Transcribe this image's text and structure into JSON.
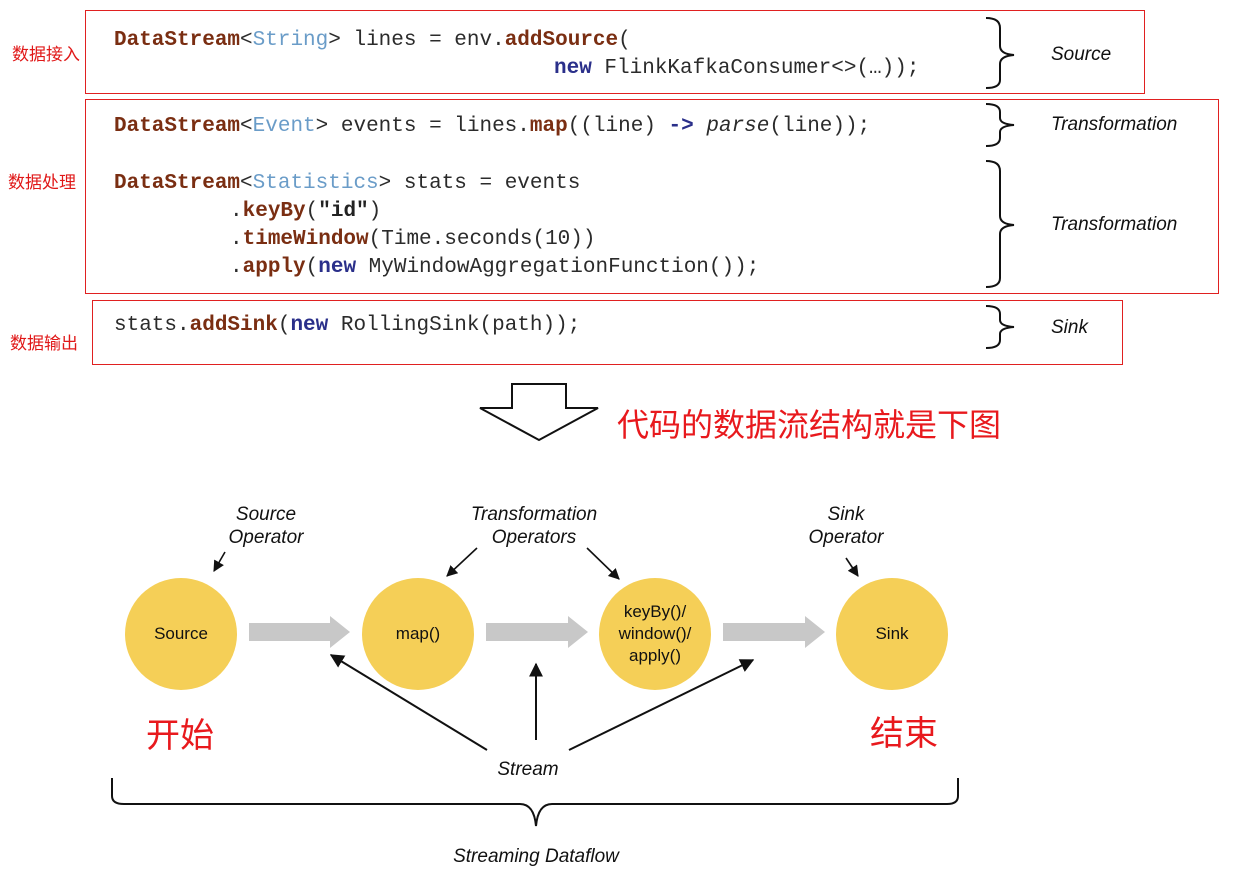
{
  "labels": {
    "ingest": "数据接入",
    "process": "数据处理",
    "output": "数据输出"
  },
  "code": {
    "l1_type": "DataStream",
    "l1_generic_open": "<",
    "l1_generic": "String",
    "l1_rest": "> lines = env.",
    "l1_method": "addSource",
    "l1_paren": "(",
    "l2_new": "new",
    "l2_rest": " FlinkKafkaConsumer<>(…));",
    "l3_type": "DataStream",
    "l3_generic_open": "<",
    "l3_generic": "Event",
    "l3_rest": "> events = lines.",
    "l3_method": "map",
    "l3_args": "((line) ",
    "l3_arrow": "->",
    "l3_parse": " parse",
    "l3_end": "(line));",
    "l4_type": "DataStream",
    "l4_generic_open": "<",
    "l4_generic": "Statistics",
    "l4_rest": "> stats = events",
    "l5_dot": ".",
    "l5_method": "keyBy",
    "l5_open": "(",
    "l5_str": "\"id\"",
    "l5_close": ")",
    "l6_dot": ".",
    "l6_method": "timeWindow",
    "l6_rest": "(Time.seconds(10))",
    "l7_dot": ".",
    "l7_method": "apply",
    "l7_open": "(",
    "l7_new": "new",
    "l7_rest": " MyWindowAggregationFunction());",
    "l8_pre": "stats.",
    "l8_method": "addSink",
    "l8_open": "(",
    "l8_new": "new",
    "l8_rest": " RollingSink(path));"
  },
  "roles": {
    "source": "Source",
    "transformation1": "Transformation",
    "transformation2": "Transformation",
    "sink": "Sink"
  },
  "headline": "代码的数据流结构就是下图",
  "diagram": {
    "source_operator": [
      "Source",
      "Operator"
    ],
    "transformation_operators": [
      "Transformation",
      "Operators"
    ],
    "sink_operator": [
      "Sink",
      "Operator"
    ],
    "nodes": {
      "source": "Source",
      "map": "map()",
      "keyby": [
        "keyBy()/",
        "window()/",
        "apply()"
      ],
      "sink": "Sink"
    },
    "start": "开始",
    "end": "结束",
    "stream": "Stream",
    "dataflow": "Streaming Dataflow",
    "node_color": "#f5cf57",
    "arrow_color": "#c8c8c8"
  }
}
